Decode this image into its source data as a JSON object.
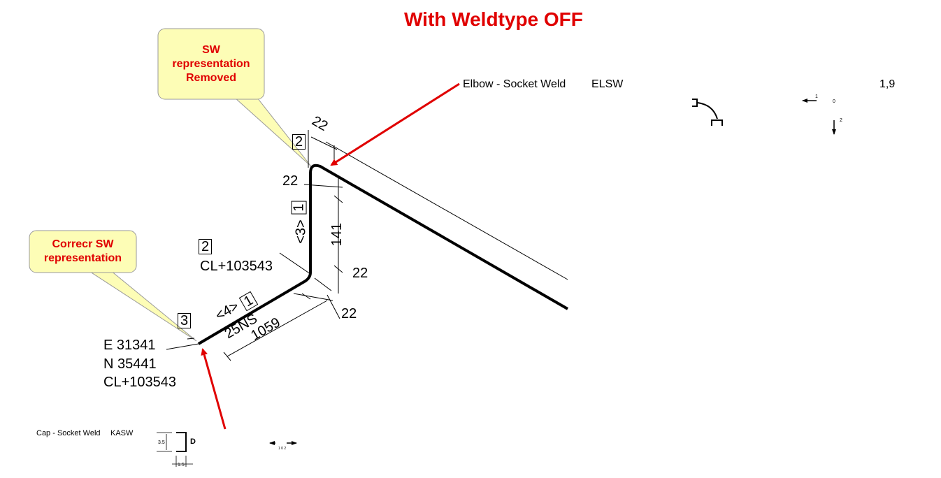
{
  "title": "With Weldtype OFF",
  "callouts": {
    "top": {
      "lines": [
        "SW",
        "representation",
        "Removed"
      ]
    },
    "left": {
      "lines": [
        "Correcr SW",
        "representation"
      ]
    }
  },
  "components": {
    "elbow": {
      "description": "Elbow - Socket Weld",
      "code": "ELSW",
      "ref": "1,9",
      "arrow_labels": [
        "1",
        "0",
        "2"
      ]
    },
    "cap": {
      "description": "Cap - Socket Weld",
      "code": "KASW",
      "dims": {
        "height": "3.5",
        "letter": "D",
        "width": "1.5"
      },
      "scale_label": "1 0 2"
    }
  },
  "drawing": {
    "dim_22_top": "22",
    "dim_22_left": "22",
    "dim_22_right": "22",
    "dim_22_bottom": "22",
    "dim_141": "141",
    "dim_1059": "1059",
    "pipe_size": "25NS",
    "seg_label_3": "<3>",
    "seg_label_4": "<4>",
    "tag_2_top": "2",
    "tag_1_upper": "1",
    "tag_2_mid": "2",
    "tag_1_lower": "1",
    "tag_3": "3",
    "cl_mid": "CL+103543",
    "coords": [
      "E 31341",
      "N 35441",
      "CL+103543"
    ]
  }
}
